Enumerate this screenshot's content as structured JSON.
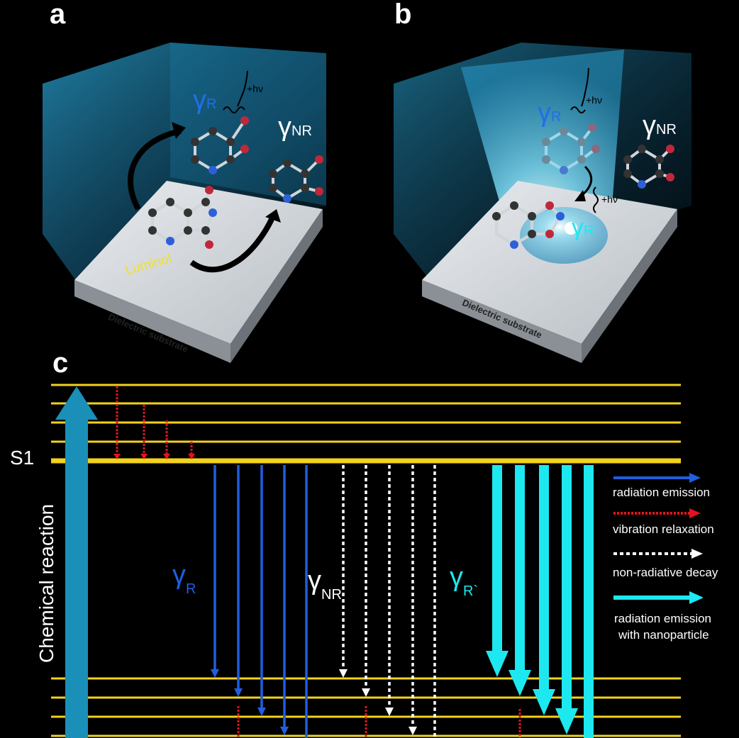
{
  "panels": {
    "a": {
      "letter": "a",
      "gamma_r": "γ",
      "gamma_r_sub": "R",
      "gamma_nr": "γ",
      "gamma_nr_sub": "NR",
      "hv": "+hν",
      "molecule_label": "Luminol",
      "substrate_label": "Dielectric substrate"
    },
    "b": {
      "letter": "b",
      "gamma_r": "γ",
      "gamma_r_sub": "R",
      "gamma_nr": "γ",
      "gamma_nr_sub": "NR",
      "gamma_rp": "γ",
      "gamma_rp_sub": "R`",
      "hv_top": "+hν",
      "hv_mid": "+hν",
      "substrate_label": "Dielectric substrate"
    },
    "c": {
      "letter": "c",
      "s1_label": "S1",
      "vertical_label": "Chemical reaction",
      "gamma_r": "γ",
      "gamma_r_sub": "R",
      "gamma_nr": "γ",
      "gamma_nr_sub": "NR",
      "gamma_rp": "γ",
      "gamma_rp_sub": "R`"
    }
  },
  "legend": [
    {
      "style": "blue-solid",
      "text": "radiation emission"
    },
    {
      "style": "red-dotted",
      "text": "vibration relaxation"
    },
    {
      "style": "white-dotted",
      "text": "non-radiative decay"
    },
    {
      "style": "cyan-thick",
      "text": "radiation emission",
      "text2": "with nanoparticle"
    }
  ],
  "colors": {
    "level": "#f2d21b",
    "radiative": "#1f5fe0",
    "relaxation": "#e0141e",
    "nonradiative": "#ffffff",
    "nanoparticle": "#1de8f0",
    "reaction": "#1a8fb8"
  }
}
